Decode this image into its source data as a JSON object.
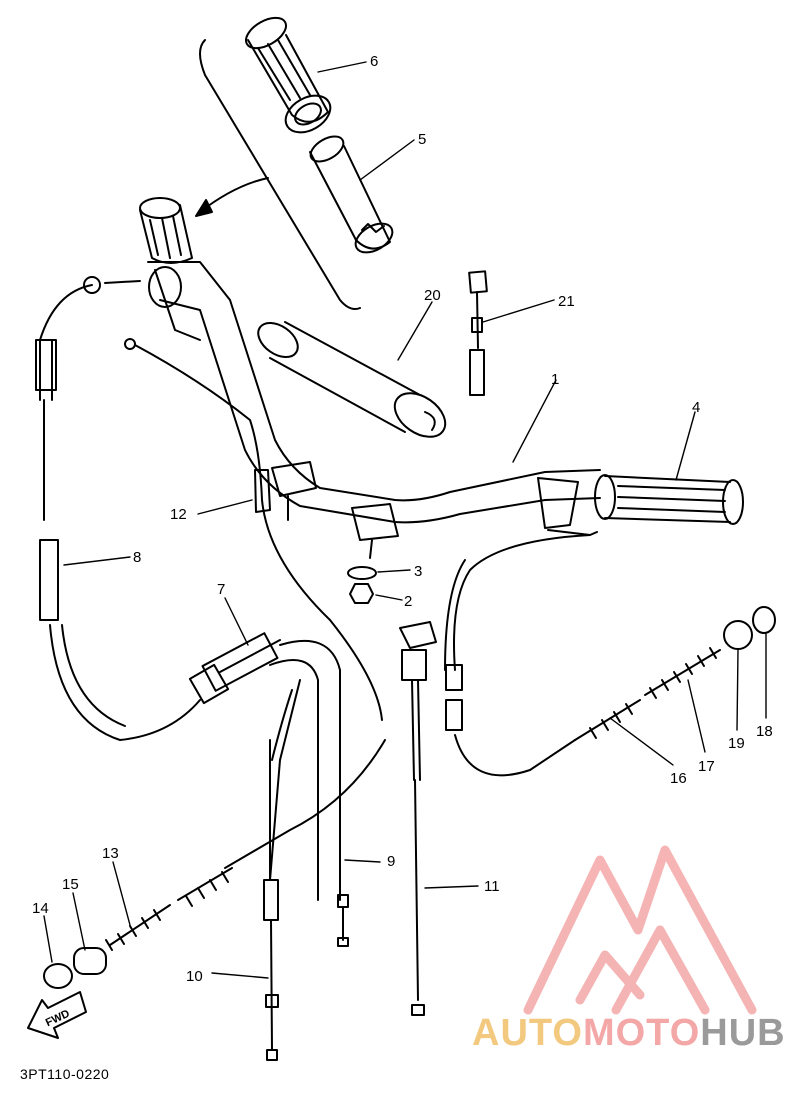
{
  "diagram": {
    "labels": [
      {
        "id": "1",
        "text": "1"
      },
      {
        "id": "2",
        "text": "2"
      },
      {
        "id": "3",
        "text": "3"
      },
      {
        "id": "4",
        "text": "4"
      },
      {
        "id": "5",
        "text": "5"
      },
      {
        "id": "6",
        "text": "6"
      },
      {
        "id": "7",
        "text": "7"
      },
      {
        "id": "8",
        "text": "8"
      },
      {
        "id": "9",
        "text": "9"
      },
      {
        "id": "10",
        "text": "10"
      },
      {
        "id": "11",
        "text": "11"
      },
      {
        "id": "12",
        "text": "12"
      },
      {
        "id": "13",
        "text": "13"
      },
      {
        "id": "14",
        "text": "14"
      },
      {
        "id": "15",
        "text": "15"
      },
      {
        "id": "16",
        "text": "16"
      },
      {
        "id": "17",
        "text": "17"
      },
      {
        "id": "18",
        "text": "18"
      },
      {
        "id": "19",
        "text": "19"
      },
      {
        "id": "20",
        "text": "20"
      },
      {
        "id": "21",
        "text": "21"
      }
    ],
    "fwd_marker": "FWD",
    "diagram_code": "3PT110-0220"
  },
  "watermark": {
    "part1": "AUTO",
    "part2": "MOTO",
    "part3": "HUB",
    "colors": {
      "auto": "#f2c97e",
      "moto": "#f4a7a7",
      "hub": "#9a9a9a",
      "logo": "#f4a7a7"
    }
  }
}
